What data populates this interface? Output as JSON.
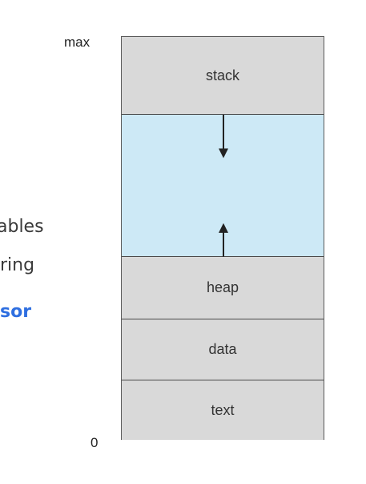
{
  "side_text": {
    "line1": "ables",
    "line2": "ring",
    "line3": "sor"
  },
  "axis": {
    "max_label": "max",
    "zero_label": "0"
  },
  "memory_layout": {
    "segments": [
      {
        "label": "stack"
      },
      {
        "label": ""
      },
      {
        "label": "heap"
      },
      {
        "label": "data"
      },
      {
        "label": "text"
      }
    ]
  },
  "colors": {
    "segment_fill": "#d9d9d9",
    "free_space_fill": "#cde9f6",
    "highlight_text": "#2f6fe0"
  },
  "icons": {
    "stack_growth": "arrow-down-icon",
    "heap_growth": "arrow-up-icon"
  }
}
